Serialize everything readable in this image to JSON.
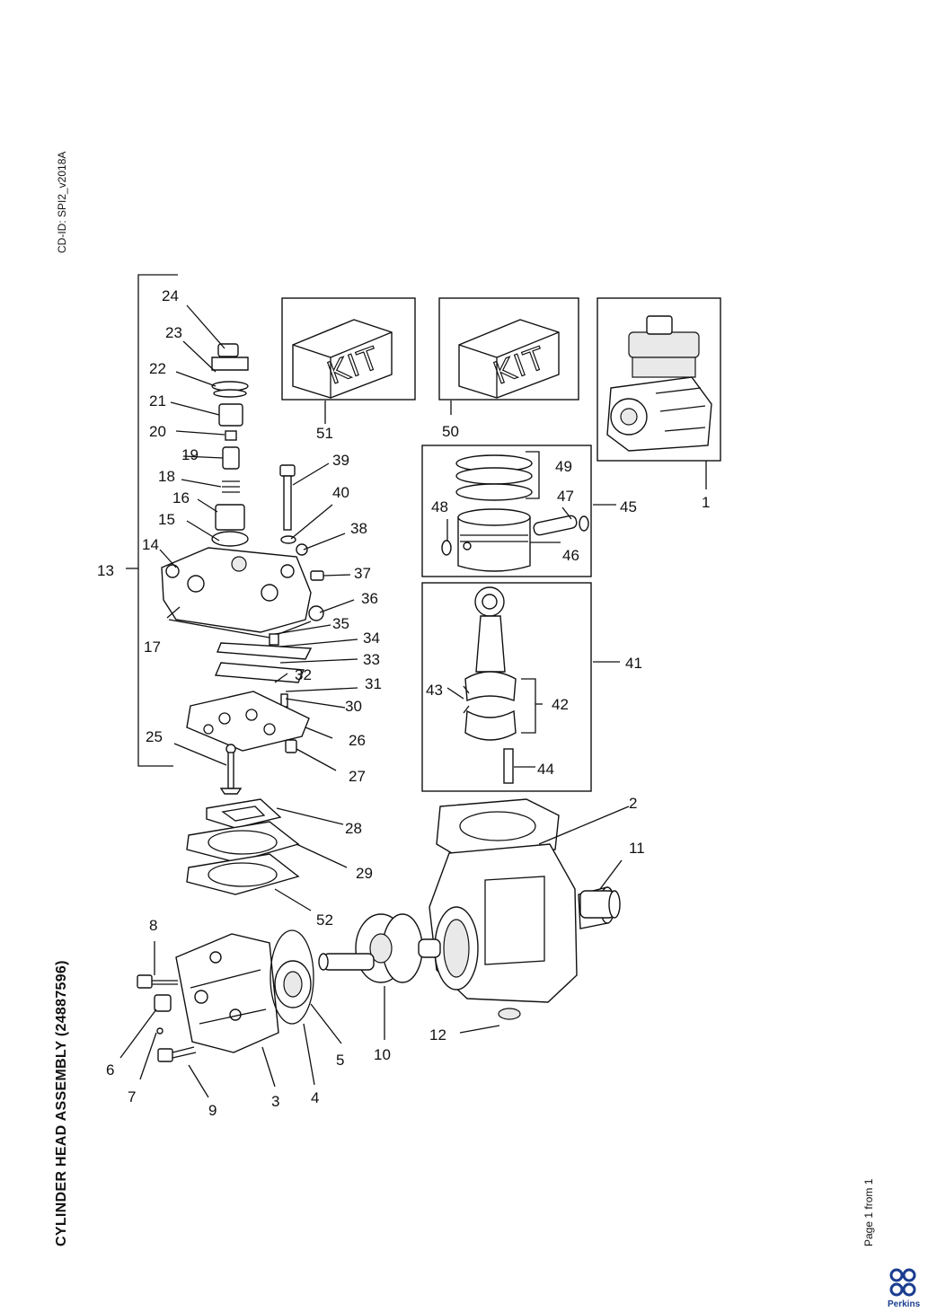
{
  "header": {
    "cd_id": "CD-ID: SPI2_v2018A"
  },
  "title": "CYLINDER HEAD ASSEMBLY (24887596)",
  "footer": {
    "page_label": "Page 1 from 1",
    "brand": "Perkins"
  },
  "kits": [
    {
      "number": "51",
      "label": "KIT"
    },
    {
      "number": "50",
      "label": "KIT"
    }
  ],
  "callouts": {
    "c1": "1",
    "c2": "2",
    "c3": "3",
    "c4": "4",
    "c5": "5",
    "c6": "6",
    "c7": "7",
    "c8": "8",
    "c9": "9",
    "c10": "10",
    "c11": "11",
    "c12": "12",
    "c13": "13",
    "c14": "14",
    "c15": "15",
    "c16": "16",
    "c17": "17",
    "c18": "18",
    "c19": "19",
    "c20": "20",
    "c21": "21",
    "c22": "22",
    "c23": "23",
    "c24": "24",
    "c25": "25",
    "c26": "26",
    "c27": "27",
    "c28": "28",
    "c29": "29",
    "c30": "30",
    "c31": "31",
    "c32": "32",
    "c33": "33",
    "c34": "34",
    "c35": "35",
    "c36": "36",
    "c37": "37",
    "c38": "38",
    "c39": "39",
    "c40": "40",
    "c41": "41",
    "c42": "42",
    "c43": "43",
    "c44": "44",
    "c45": "45",
    "c46": "46",
    "c47": "47",
    "c48": "48",
    "c49": "49",
    "c50": "50",
    "c51": "51",
    "c52": "52"
  },
  "colors": {
    "line": "#111111",
    "brand": "#1a3d8f"
  }
}
